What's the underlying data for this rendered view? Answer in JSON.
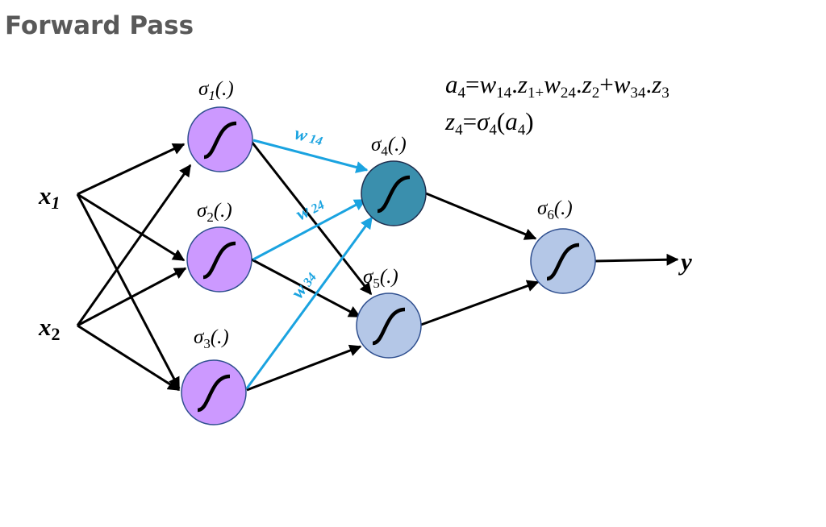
{
  "title": "Forward Pass",
  "colors": {
    "edge": "#000000",
    "weight_edge": "#1aa3e0",
    "hidden1_fill": "#cc99ff",
    "node4_fill": "#3a8fad",
    "node_fill_light": "#b4c7e7",
    "node_stroke": "#2f4f8f"
  },
  "equations": {
    "line1": {
      "a": "a",
      "a_sub": "4",
      "eq": "=",
      "w1": "w",
      "w1_sub": "14",
      "dot1": ".",
      "z1": "z",
      "z1_sub": "1+",
      "w2": "w",
      "w2_sub": "24",
      "dot2": ".",
      "z2": "z",
      "z2_sub": "2",
      "plus": "+",
      "w3": "w",
      "w3_sub": "34",
      "dot3": ".",
      "z3": "z",
      "z3_sub": "3"
    },
    "line2": {
      "z": "z",
      "z_sub": "4",
      "eq": "=",
      "sigma": "σ",
      "sigma_sub": "4",
      "open": "(",
      "a": "a",
      "a_sub": "4",
      "close": ")"
    }
  },
  "inputs": {
    "x1": {
      "base": "x",
      "sub": "1"
    },
    "x2": {
      "base": "x",
      "sub": "2"
    }
  },
  "nodes": {
    "n1": {
      "sigma": "σ",
      "sub": "1",
      "arg": "(.)"
    },
    "n2": {
      "sigma": "σ",
      "sub": "2",
      "arg": "(.)"
    },
    "n3": {
      "sigma": "σ",
      "sub": "3",
      "arg": "(.)"
    },
    "n4": {
      "sigma": "σ",
      "sub": "4",
      "arg": "(.)"
    },
    "n5": {
      "sigma": "σ",
      "sub": "5",
      "arg": "(.)"
    },
    "n6": {
      "sigma": "σ",
      "sub": "6",
      "arg": "(.)"
    }
  },
  "weights": {
    "w14": {
      "base": "w",
      "sub": "14"
    },
    "w24": {
      "base": "w",
      "sub": "24"
    },
    "w34": {
      "base": "w",
      "sub": "34"
    }
  },
  "output": {
    "label": "y"
  }
}
